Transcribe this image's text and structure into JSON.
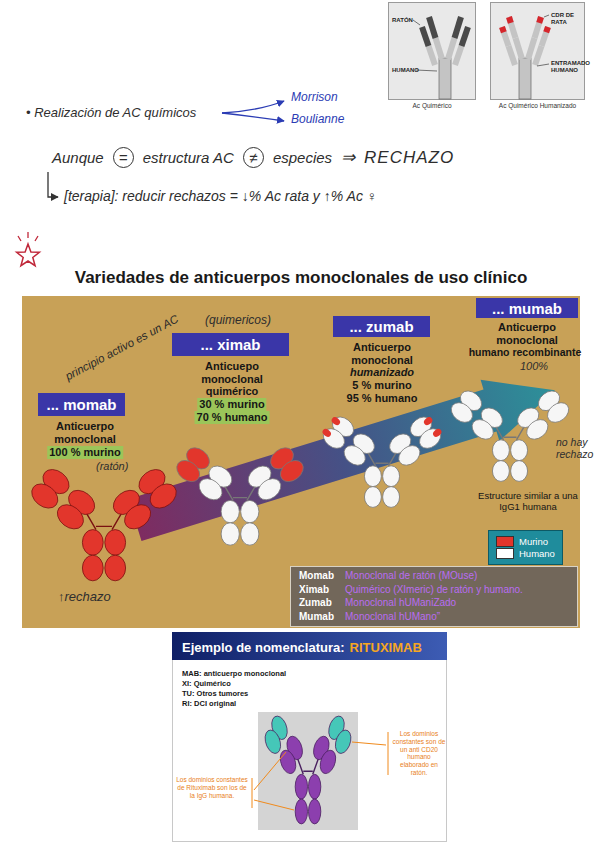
{
  "diagram": {
    "nodes": [
      {
        "text": [
          "RATÓN",
          "HUMANO",
          "Ac Quimérico"
        ]
      },
      {
        "text": [
          "CDR DE RATA",
          "ENTRAMADO HUMANO",
          "Ac Quimérico Humanizado"
        ]
      },
      {
        "text": [
          "Variedades de anticuerpos monoclonales de uso clínico"
        ]
      },
      {
        "text": [
          "... momab"
        ],
        "in": 2
      },
      {
        "text": [
          "... ximab"
        ],
        "in": 2
      },
      {
        "text": [
          "... zumab"
        ],
        "in": 2
      },
      {
        "text": [
          "... mumab"
        ],
        "in": 2
      },
      {
        "text": [
          "Momab",
          "Monoclonal de ratón (MOuse)",
          "Ximab",
          "Quimérico (XImeric) de ratón y humano.",
          "Zumab",
          "Monoclonal hUManiZado",
          "Mumab",
          "Monoclonal hUMano”"
        ],
        "in": 2
      },
      {
        "text": [
          "Ejemplo de nomenclatura:",
          "RITUXIMAB"
        ]
      }
    ],
    "labels": [
      "• Realización de AC químicos",
      "Morrison",
      "Boulianne",
      "Aunque",
      "=",
      "estructura AC",
      "≠",
      "especies",
      "⇒",
      "RECHAZO",
      "[terapia]: reducir rechazos = ↓% Ac rata y ↑% Ac ♀",
      "principio activo es un AC",
      "(quimericos)",
      "Anticuerpo monoclonal",
      "100 % murino",
      "(ratón)",
      "↑rechazo",
      "Anticuepo monoclonal quimérico",
      "30 % murino",
      "70 % humano",
      "Anticuerpo monoclonal",
      "humanizado",
      "5 % murino",
      "95 % humano",
      "Anticuerpo monoclonal",
      "humano recombinante",
      "100%",
      "no hay rechazo",
      "Estructure similar a una IgG1 humana",
      "MAB: anticuerpo monoclonal",
      "XI: Quimérico",
      "TU: Otros tumores",
      "RI: DCI original",
      "Los dominios constantes son de un anti CD20 humano elaborado en ratón.",
      "Los dominios constantes de Rituximab son los de la IgG humana."
    ],
    "legend": [
      {
        "text": "Murino",
        "color": "#e2362c"
      },
      {
        "text": "Humano",
        "color": "#ffffff"
      }
    ]
  }
}
